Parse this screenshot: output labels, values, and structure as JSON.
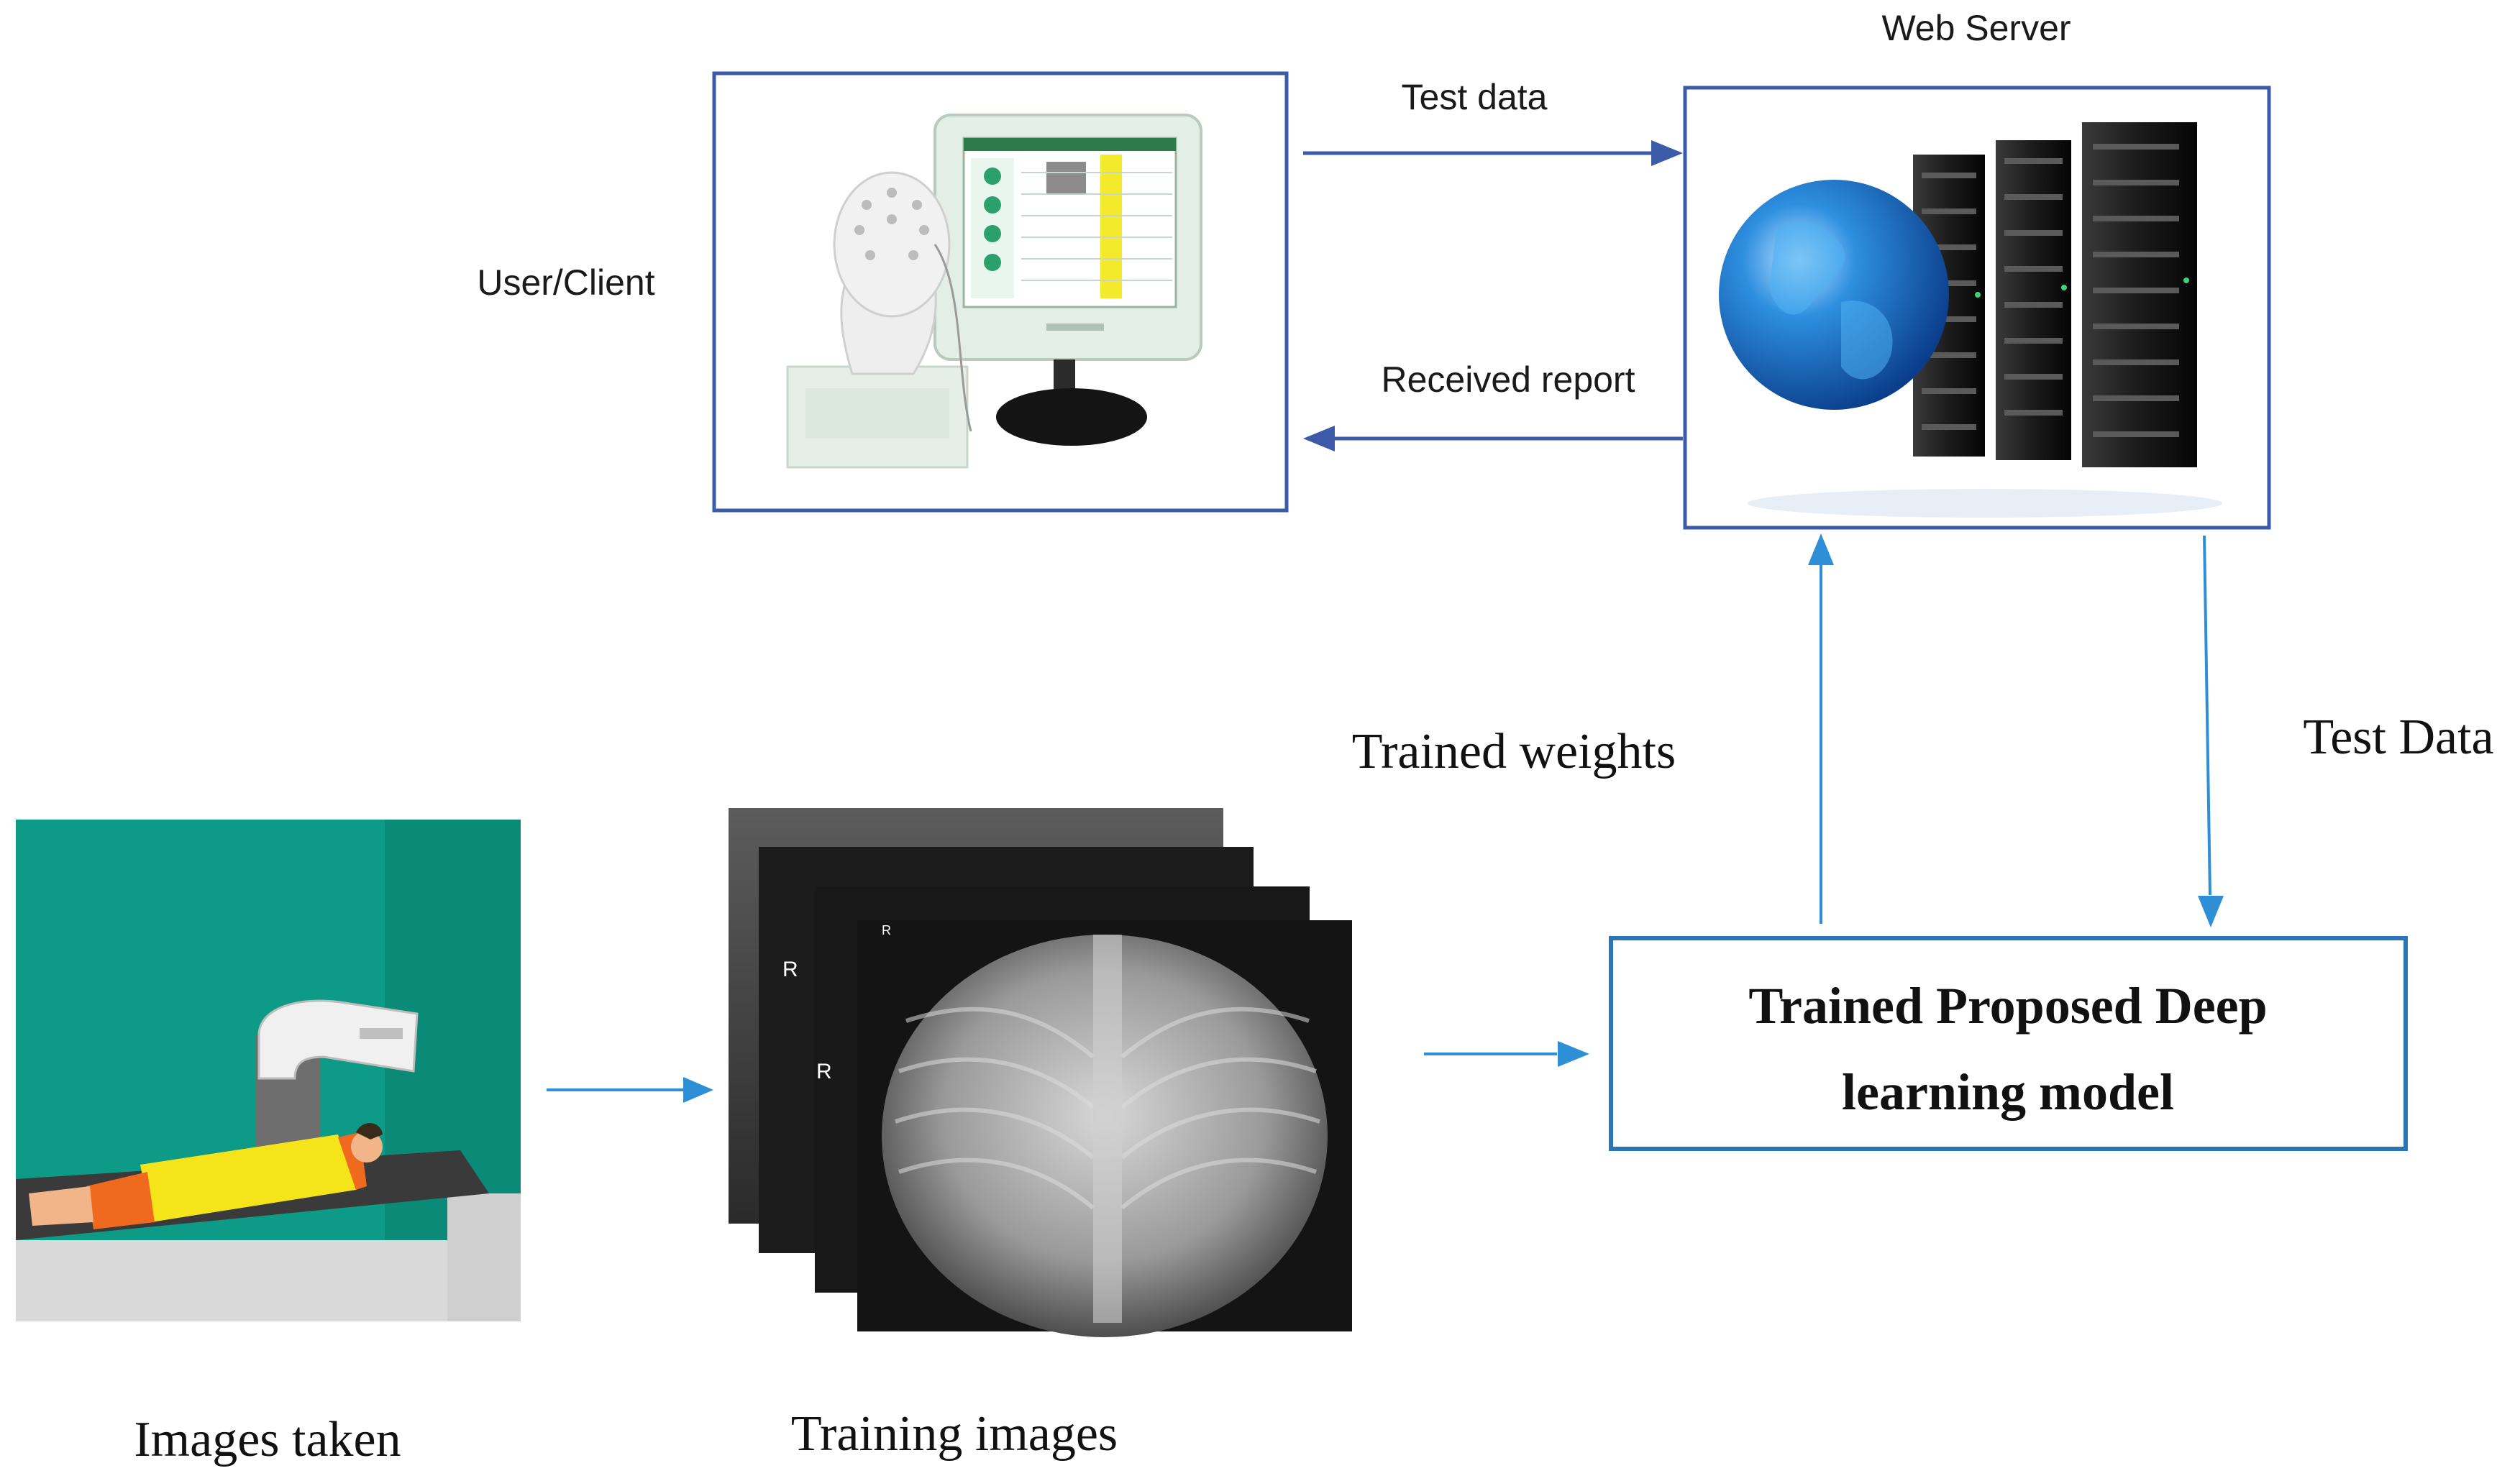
{
  "labels": {
    "web_server": "Web Server",
    "user_client": "User/Client",
    "test_data_top": "Test data",
    "received_report": "Received report",
    "trained_weights": "Trained weights",
    "test_data_side": "Test Data",
    "images_taken": "Images taken",
    "training_images": "Training images"
  },
  "model_box": {
    "line1": "Trained Proposed Deep",
    "line2": "learning model"
  },
  "xray_markers": {
    "r1": "R",
    "r2": "R",
    "r3": "R"
  },
  "colors": {
    "box_border": "#3b5aa8",
    "arrow": "#2f8fd6",
    "teal_wall": "#0d9a86",
    "xray_dark": "#111111"
  },
  "icons": {
    "client": "eeg-head-monitor-icon",
    "server": "globe-server-rack-icon",
    "patient": "patient-xray-scan-icon",
    "xrays": "chest-xray-stack-icon"
  }
}
